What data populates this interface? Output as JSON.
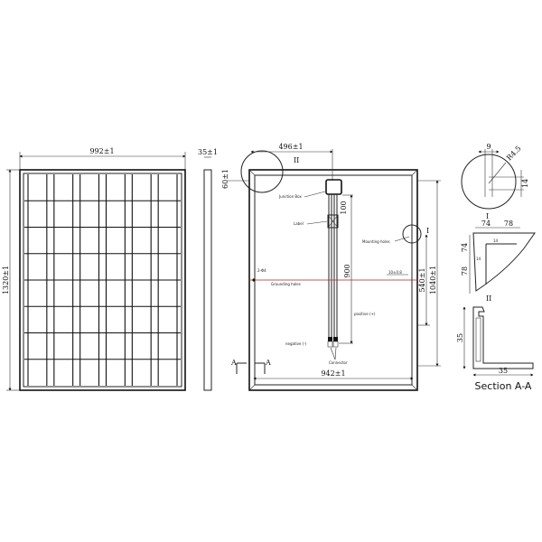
{
  "front_view": {
    "width_dim": "992±1",
    "height_dim": "1320±1",
    "cell_columns": 6,
    "cell_rows": 8
  },
  "side_view": {
    "thickness_dim": "35±1",
    "offset_dim": "60±1"
  },
  "rear_view": {
    "top_offset_dim": "496±1",
    "detail_II_label": "II",
    "detail_I_label": "I",
    "junction_box_label": "Junction Box",
    "label_label": "Label",
    "mounting_holes_label": "Mounting holes",
    "grounding_holes_label": "Grounding holes",
    "hole_dim": "2-Φ4",
    "cable_length_dim": "900",
    "box_dim": "100",
    "slot_dim": "10±0.8",
    "inner_hole_spacing_dim": "540±1",
    "outer_hole_spacing_dim": "1040±1",
    "bottom_width_dim": "942±1",
    "positive_label": "positive (+)",
    "negative_label": "negative (-)",
    "connector_label": "Connector",
    "section_marker": "A",
    "grounding_line_color": "#b22222"
  },
  "detail_I": {
    "label": "I",
    "width_dim": "9",
    "radius_dim": "R4.5",
    "height_dim": "14"
  },
  "detail_II": {
    "label": "II",
    "dim_a": "74",
    "dim_b": "78",
    "dim_c": "74",
    "dim_d": "78",
    "dim_e": "14",
    "dim_f": "14"
  },
  "section": {
    "title": "Section A-A",
    "height_dim": "35",
    "width_dim": "35"
  }
}
